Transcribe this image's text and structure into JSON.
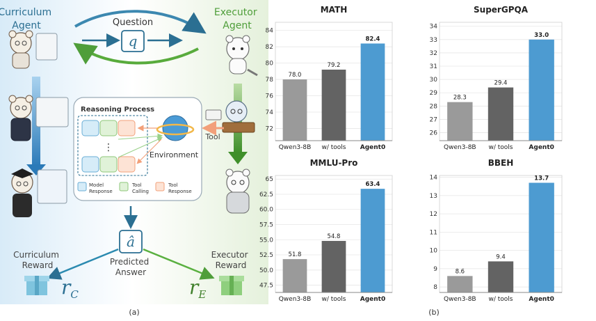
{
  "diagram": {
    "curriculum_agent": "Curriculum\nAgent",
    "executor_agent": "Executor\nAgent",
    "question": "Question",
    "q_symbol": "q",
    "reasoning_process": "Reasoning Process",
    "environment": "Environment",
    "tool": "Tool",
    "legend": {
      "model_response": "Model\nResponse",
      "tool_calling": "Tool\nCalling",
      "tool_response": "Tool\nResponse"
    },
    "predicted_answer": "Predicted\nAnswer",
    "a_hat": "â",
    "curriculum_reward": "Curriculum\nReward",
    "executor_reward": "Executor\nReward",
    "r_c": "r",
    "r_c_sub": "C",
    "r_e": "r",
    "r_e_sub": "E",
    "label_a": "(a)",
    "label_b": "(b)",
    "colors": {
      "curriculum": "#2b6f92",
      "executor": "#4f9e3a",
      "model_response": "#d6ecf8",
      "tool_calling": "#e0f2d8",
      "tool_response": "#fde3d5"
    }
  },
  "chart_data": [
    {
      "type": "bar",
      "title": "MATH",
      "categories": [
        "Qwen3-8B",
        "w/ tools",
        "Agent0"
      ],
      "values": [
        78.0,
        79.2,
        82.4
      ],
      "value_labels": [
        "78.0",
        "79.2",
        "82.4"
      ],
      "ylim": [
        70.5,
        85
      ],
      "yticks": [
        72,
        74,
        76,
        78,
        80,
        82,
        84
      ],
      "colors": [
        "#9a9a9a",
        "#636363",
        "#4d9bd1"
      ],
      "grid": true
    },
    {
      "type": "bar",
      "title": "SuperGPQA",
      "categories": [
        "Qwen3-8B",
        "w/ tools",
        "Agent0"
      ],
      "values": [
        28.3,
        29.4,
        33.0
      ],
      "value_labels": [
        "28.3",
        "29.4",
        "33.0"
      ],
      "ylim": [
        25.4,
        34.3
      ],
      "yticks": [
        26,
        27,
        28,
        29,
        30,
        31,
        32,
        33,
        34
      ],
      "colors": [
        "#9a9a9a",
        "#636363",
        "#4d9bd1"
      ],
      "grid": true
    },
    {
      "type": "bar",
      "title": "MMLU-Pro",
      "categories": [
        "Qwen3-8B",
        "w/ tools",
        "Agent0"
      ],
      "values": [
        51.8,
        54.8,
        63.4
      ],
      "value_labels": [
        "51.8",
        "54.8",
        "63.4"
      ],
      "ylim": [
        46.3,
        65.6
      ],
      "yticks": [
        47.5,
        50.0,
        52.5,
        55.0,
        57.5,
        60.0,
        62.5,
        65.0
      ],
      "ytick_labels": [
        "47.5",
        "50.0",
        "52.5",
        "55.0",
        "57.5",
        "60.0",
        "62.5",
        "65"
      ],
      "colors": [
        "#9a9a9a",
        "#636363",
        "#4d9bd1"
      ],
      "grid": true
    },
    {
      "type": "bar",
      "title": "BBEH",
      "categories": [
        "Qwen3-8B",
        "w/ tools",
        "Agent0"
      ],
      "values": [
        8.6,
        9.4,
        13.7
      ],
      "value_labels": [
        "8.6",
        "9.4",
        "13.7"
      ],
      "ylim": [
        7.7,
        14.1
      ],
      "yticks": [
        8,
        9,
        10,
        11,
        12,
        13,
        14
      ],
      "colors": [
        "#9a9a9a",
        "#636363",
        "#4d9bd1"
      ],
      "grid": true
    }
  ]
}
